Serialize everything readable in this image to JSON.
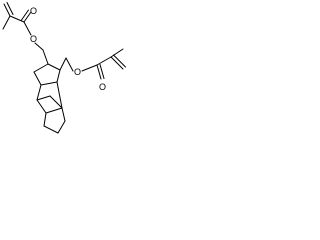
{
  "molecule": {
    "atom_labels": {
      "ester_o_left_carbonyl": "O",
      "ester_o_left_ether": "O",
      "ester_o_right_ether": "O",
      "ester_o_right_carbonyl": "O"
    }
  }
}
